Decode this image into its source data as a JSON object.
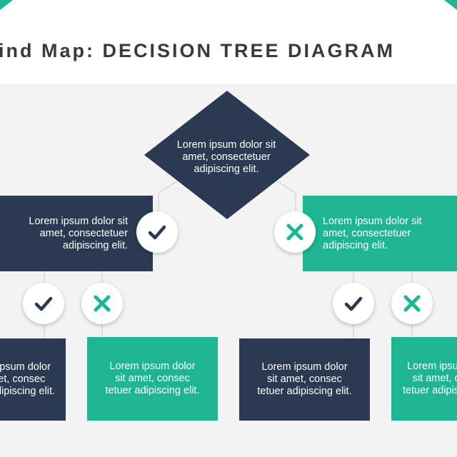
{
  "title": "ind Map: DECISION TREE DIAGRAM",
  "colors": {
    "navy": "#2b3a52",
    "teal": "#1db592",
    "background": "#f3f3f4"
  },
  "root": {
    "lines": [
      "Lorem ipsum dolor sit",
      "amet, consectetuer",
      "adipiscing elit."
    ]
  },
  "left_node": {
    "lines": [
      "Lorem ipsum dolor sit",
      "amet, consectetuer",
      "adipiscing elit."
    ],
    "badge": "check-icon"
  },
  "right_node": {
    "lines": [
      "Lorem ipsum dolor sit",
      "amet, consectetuer",
      "adipiscing elit."
    ],
    "badge": "cross-icon"
  },
  "leaves": [
    {
      "lines": [
        "Lorem ipsum dolor",
        "sit amet, consec",
        "tetuer adipiscing elit."
      ],
      "badge": "check-icon"
    },
    {
      "lines": [
        "Lorem ipsum dolor",
        "sit amet, consec",
        "tetuer adipiscing elit."
      ],
      "badge": "cross-icon"
    },
    {
      "lines": [
        "Lorem ipsum dolor",
        "sit amet, consec",
        "tetuer adipiscing elit."
      ],
      "badge": "check-icon"
    },
    {
      "lines": [
        "Lorem ipsum dolor",
        "sit amet, consec",
        "tetuer adipiscing elit."
      ],
      "badge": "cross-icon"
    }
  ]
}
